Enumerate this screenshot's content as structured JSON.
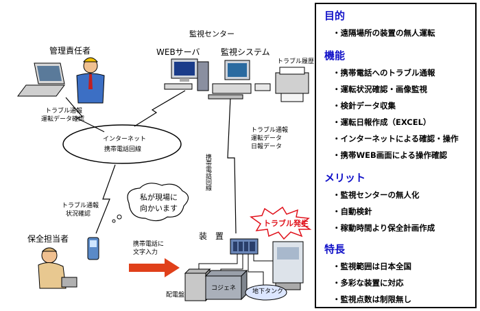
{
  "diagram": {
    "center_label": "監視センター",
    "web_server_label": "WEBサーバ",
    "monitor_system_label": "監視システム",
    "trouble_history_label": "トラブル履歴",
    "manager_label": "管理責任者",
    "manager_link_text": [
      "トラブル通報",
      "運転データ確認"
    ],
    "internet_label": "インターネット",
    "mobile_line_label": "携帯電話回線",
    "center_link_text": [
      "トラブル通報",
      "運転データ",
      "日報データ"
    ],
    "vertical_link_label": "携帯電話回線",
    "maintenance_link_text": [
      "トラブル通報",
      "状況確認"
    ],
    "speech_bubble": [
      "私が現場に",
      "向かいます"
    ],
    "maintenance_label": "保全担当者",
    "phone_input_text": [
      "携帯電話に",
      "文字入力"
    ],
    "device_label": "装　置",
    "trouble_burst": "トラブル発生",
    "box_switchboard": "配電盤",
    "box_cogeneration": "コジェネ",
    "box_underground_tank": "地下タンク"
  },
  "panel": {
    "sections": [
      {
        "title": "目的",
        "items": [
          "・遠隔場所の装置の無人運転"
        ]
      },
      {
        "title": "機能",
        "items": [
          "・携帯電話へのトラブル通報",
          "・運転状況確認・画像監視",
          "・検針データ収集",
          "・運転日報作成（EXCEL）",
          "・インターネットによる確認・操作",
          "・携帯WEB画面による操作確認"
        ]
      },
      {
        "title": "メリット",
        "items": [
          "・監視センターの無人化",
          "・自動検針",
          "・稼動時間より保全計画作成"
        ]
      },
      {
        "title": "特長",
        "items": [
          "・監視範囲は日本全国",
          "・多彩な装置に対応",
          "・監視点数は制限無し"
        ]
      }
    ]
  },
  "colors": {
    "panel_title": "#1010c8",
    "arrow_red": "#e0401a",
    "burst_red": "#e0101a"
  }
}
